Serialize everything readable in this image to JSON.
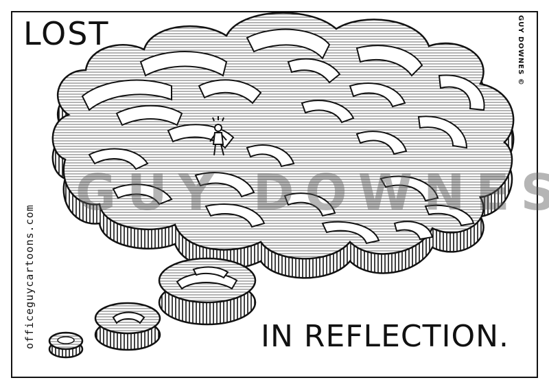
{
  "cartoon": {
    "title": "LOST",
    "caption": "IN REFLECTION.",
    "website": "officeguycartoons.com",
    "artist_credit": "GUY DOWNES ©",
    "watermark": "GUY DOWNES©"
  },
  "colors": {
    "ink": "#111111",
    "paper": "#ffffff",
    "watermark": "#5a5a5a"
  },
  "icons": [
    "maze-illustration",
    "figure-man",
    "thought-bubble-maze"
  ]
}
